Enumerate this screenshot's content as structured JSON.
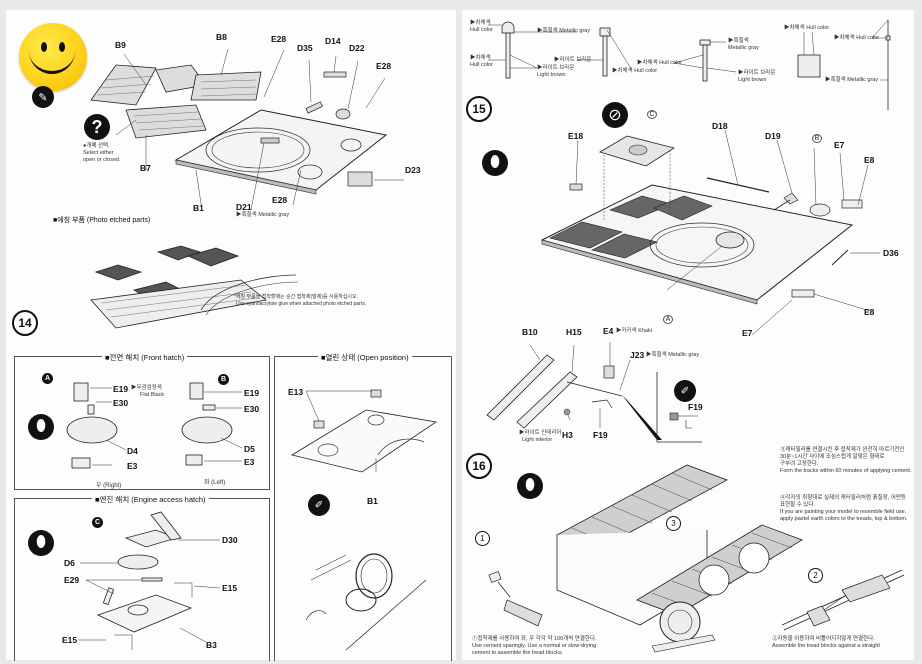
{
  "overlay": {
    "icon": "smiley-face-icon"
  },
  "left_page": {
    "top_assembly": {
      "part_labels": [
        "B9",
        "B8",
        "E28",
        "D35",
        "D14",
        "D22",
        "E28",
        "D23",
        "E28",
        "D21",
        "B1",
        "B7"
      ],
      "d21_color": "▶흑철색 Metallic gray",
      "choice_note": {
        "ko": "●개폐 선택.",
        "en_1": "Select either",
        "en_2": "open or closed."
      }
    },
    "photo_etched": {
      "title": "■에칭 부품 (Photo etched parts)",
      "note_ko": "*에칭 부품을 접착할때는 순간 접착제(말제)를 사용하십시오.",
      "note_en": "Use cyanoacrylate glue when attached photo etched parts."
    },
    "step14": {
      "number": "14",
      "front_hatch": {
        "title": "■전면 해치 (Front hatch)",
        "a": {
          "badge": "A",
          "labels": [
            "E19",
            "E30",
            "D4",
            "E3"
          ],
          "e19_color_ko": "▶무광검정색",
          "e19_color_en": "Flat Black",
          "caption": "우 (Right)"
        },
        "b": {
          "badge": "B",
          "labels": [
            "E19",
            "E30",
            "D5",
            "E3"
          ],
          "caption": "좌 (Left)"
        }
      },
      "open_position": {
        "title": "■열린 상태 (Open position)",
        "labels": [
          "E13",
          "B1"
        ]
      },
      "engine_hatch": {
        "title": "■엔진 해치 (Engine access hatch)",
        "badge": "C",
        "labels": [
          "D30",
          "D6",
          "E29",
          "E15",
          "E15",
          "B3"
        ]
      }
    }
  },
  "right_page": {
    "color_callouts": [
      {
        "ko": "▶차체색",
        "en": "Hull color"
      },
      {
        "ko": "▶차체색",
        "en": "Hull color"
      },
      {
        "ko": "▶흑철색",
        "en": "Metallic gray"
      },
      {
        "ko": "▶라이트 브라운",
        "en": "Light brown"
      },
      {
        "ko": "▶라이트 브라운",
        "en": ""
      },
      {
        "ko": "▶차체색",
        "en": "Hull color"
      },
      {
        "ko": "▶차체색",
        "en": "Hull color"
      },
      {
        "ko": "▶흑철색",
        "en": "Metallic gray"
      },
      {
        "ko": "▶라이트 브라운",
        "en": "Light brown"
      },
      {
        "ko": "▶차체색",
        "en": "Hull color"
      },
      {
        "ko": "▶차체색",
        "en": "Hull color"
      },
      {
        "ko": "▶흑철색",
        "en": "Metallic gray"
      }
    ],
    "step15": {
      "number": "15",
      "labels": [
        "E18",
        "D18",
        "D19",
        "E7",
        "E8",
        "D36",
        "E8",
        "E7"
      ],
      "markers": [
        "C",
        "B",
        "A"
      ],
      "sub_assembly": {
        "labels": [
          "B10",
          "H15",
          "E4",
          "J23",
          "H3",
          "F19",
          "F19"
        ],
        "e4_color": "▶카키색 Khaki",
        "j23_color": "▶흑철색 Metallic gray",
        "h3_color_ko": "▶라이트 인테리어",
        "h3_color_en": "Light interior"
      }
    },
    "step16": {
      "number": "16",
      "subs": [
        "1",
        "2",
        "3"
      ],
      "note1": {
        "ko": "①접착제를 사용하여 좌, 우 각각 약 100개씩 연결한다.",
        "en_1": "Use cement sparingly. Use a normal or slow-drying",
        "en_2": "cement to assemble the tread blocks."
      },
      "note2": {
        "ko": "②자동을 이용하여 비틀어지지않게 연결한다.",
        "en": "Assemble the tread blocks against a straight"
      },
      "note3": {
        "ko_1": "③캐터필러를 연결시킨 후 접착제가 완전히 마르기전인",
        "ko_2": "30분~1시간 사이에 조심스럽게 알맞은 형태로",
        "ko_3": "구부려 고정한다.",
        "en": "Form the tracks within 60 minutes of applying cement."
      },
      "note4": {
        "ko_1": "④각자의 취향대로 실제의 캐터필러처럼 흙칠장, 어떤등",
        "ko_2": "표현할 수 있다.",
        "en_1": "If you are painting your model to resemble field use,",
        "en_2": "apply pastel earth colors to the treads, top & bottom."
      }
    }
  }
}
